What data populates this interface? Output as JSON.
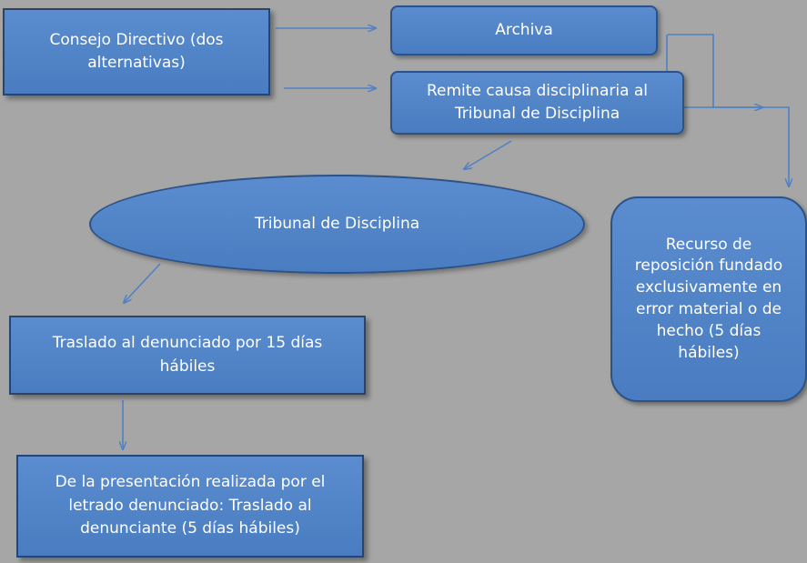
{
  "nodes": {
    "consejo": "Consejo Directivo (dos alternativas)",
    "archiva": "Archiva",
    "remite": "Remite causa disciplinaria al Tribunal de Disciplina",
    "tribunal": "Tribunal de Disciplina",
    "recurso": "Recurso de reposición fundado exclusivamente en error material o de hecho (5 días hábiles)",
    "traslado": "Traslado al denunciado por 15 días hábiles",
    "presentacion": "De la presentación realizada por el letrado denunciado: Traslado al denunciante (5 días hábiles)"
  },
  "colors": {
    "background": "#a6a6a6",
    "node_fill": "#4f81c4",
    "node_border": "#2d5286",
    "connector": "#4f81c4"
  }
}
